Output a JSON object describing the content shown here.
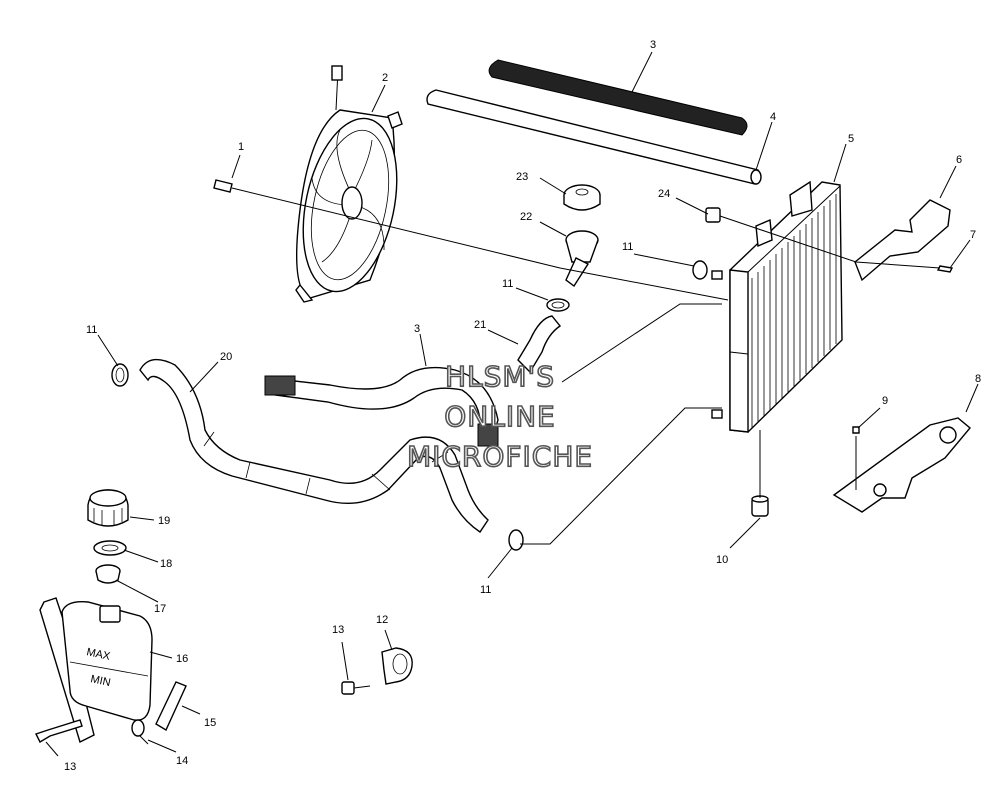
{
  "watermark": {
    "line1": "HLSM'S",
    "line2": "ONLINE",
    "line3": "MICROFICHE"
  },
  "callouts": {
    "c1": "1",
    "c2": "2",
    "c3a": "3",
    "c3b": "3",
    "c4": "4",
    "c5": "5",
    "c6": "6",
    "c7": "7",
    "c8": "8",
    "c9": "9",
    "c10": "10",
    "c11a": "11",
    "c11b": "11",
    "c11c": "11",
    "c11d": "11",
    "c12": "12",
    "c13a": "13",
    "c13b": "13",
    "c14": "14",
    "c15": "15",
    "c16": "16",
    "c17": "17",
    "c18": "18",
    "c19": "19",
    "c20": "20",
    "c21": "21",
    "c22": "22",
    "c23": "23",
    "c24": "24"
  },
  "reservoir": {
    "max": "MAX",
    "min": "MIN"
  }
}
